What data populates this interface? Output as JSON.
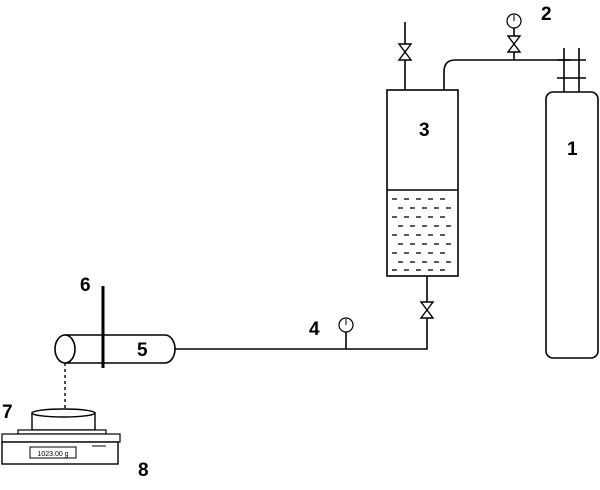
{
  "labels": {
    "cylinder": "1",
    "gauge_top": "2",
    "reservoir": "3",
    "line_gauge": "4",
    "pipe_vessel": "5",
    "rod": "6",
    "beaker": "7",
    "balance": "8"
  },
  "balance_display": "1023.00 g"
}
